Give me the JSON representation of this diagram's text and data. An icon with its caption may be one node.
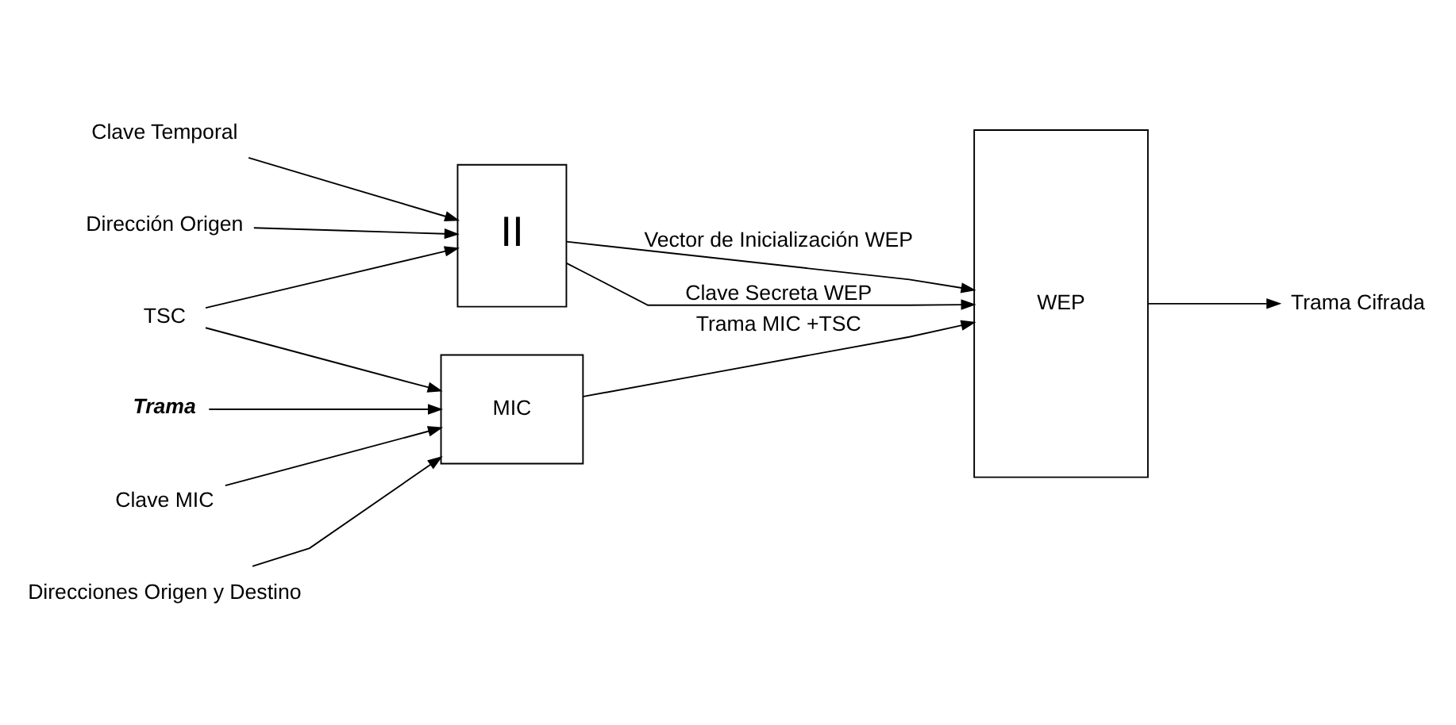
{
  "diagram": {
    "nodes": [
      {
        "text": [
          "Dirección Origen"
        ]
      },
      {
        "text": [
          "II"
        ]
      },
      {
        "text": [
          "WEP"
        ]
      },
      {
        "text": [
          "Clave Temporal"
        ]
      },
      {
        "text": [
          "TSC"
        ]
      },
      {
        "text": [
          "Trama Cifrada"
        ]
      },
      {
        "text": [
          "Direcciones Origen y Destino"
        ]
      },
      {
        "text": [
          "MIC"
        ]
      },
      {
        "text": [
          "Trama"
        ]
      },
      {
        "text": [
          "Clave MIC"
        ]
      }
    ],
    "edges": [
      {
        "from": 0,
        "to": 1,
        "arrow": "to"
      },
      {
        "from": 3,
        "to": 1,
        "arrow": "to"
      },
      {
        "from": 4,
        "to": 1,
        "arrow": "to"
      },
      {
        "from": 4,
        "to": 7,
        "arrow": "to"
      },
      {
        "from": 6,
        "to": 7,
        "arrow": "to"
      },
      {
        "from": 8,
        "to": 7,
        "arrow": "to"
      },
      {
        "from": 9,
        "to": 7,
        "arrow": "to"
      },
      {
        "from": 1,
        "to": 2,
        "arrow": "to",
        "label": "Clave Secreta WEP"
      },
      {
        "from": 1,
        "to": 2,
        "arrow": "to",
        "label": "Vector de Inicialización WEP"
      },
      {
        "from": 7,
        "to": 2,
        "arrow": "to",
        "label": "Trama MIC +TSC"
      },
      {
        "from": 2,
        "to": 5,
        "arrow": "to"
      }
    ]
  }
}
